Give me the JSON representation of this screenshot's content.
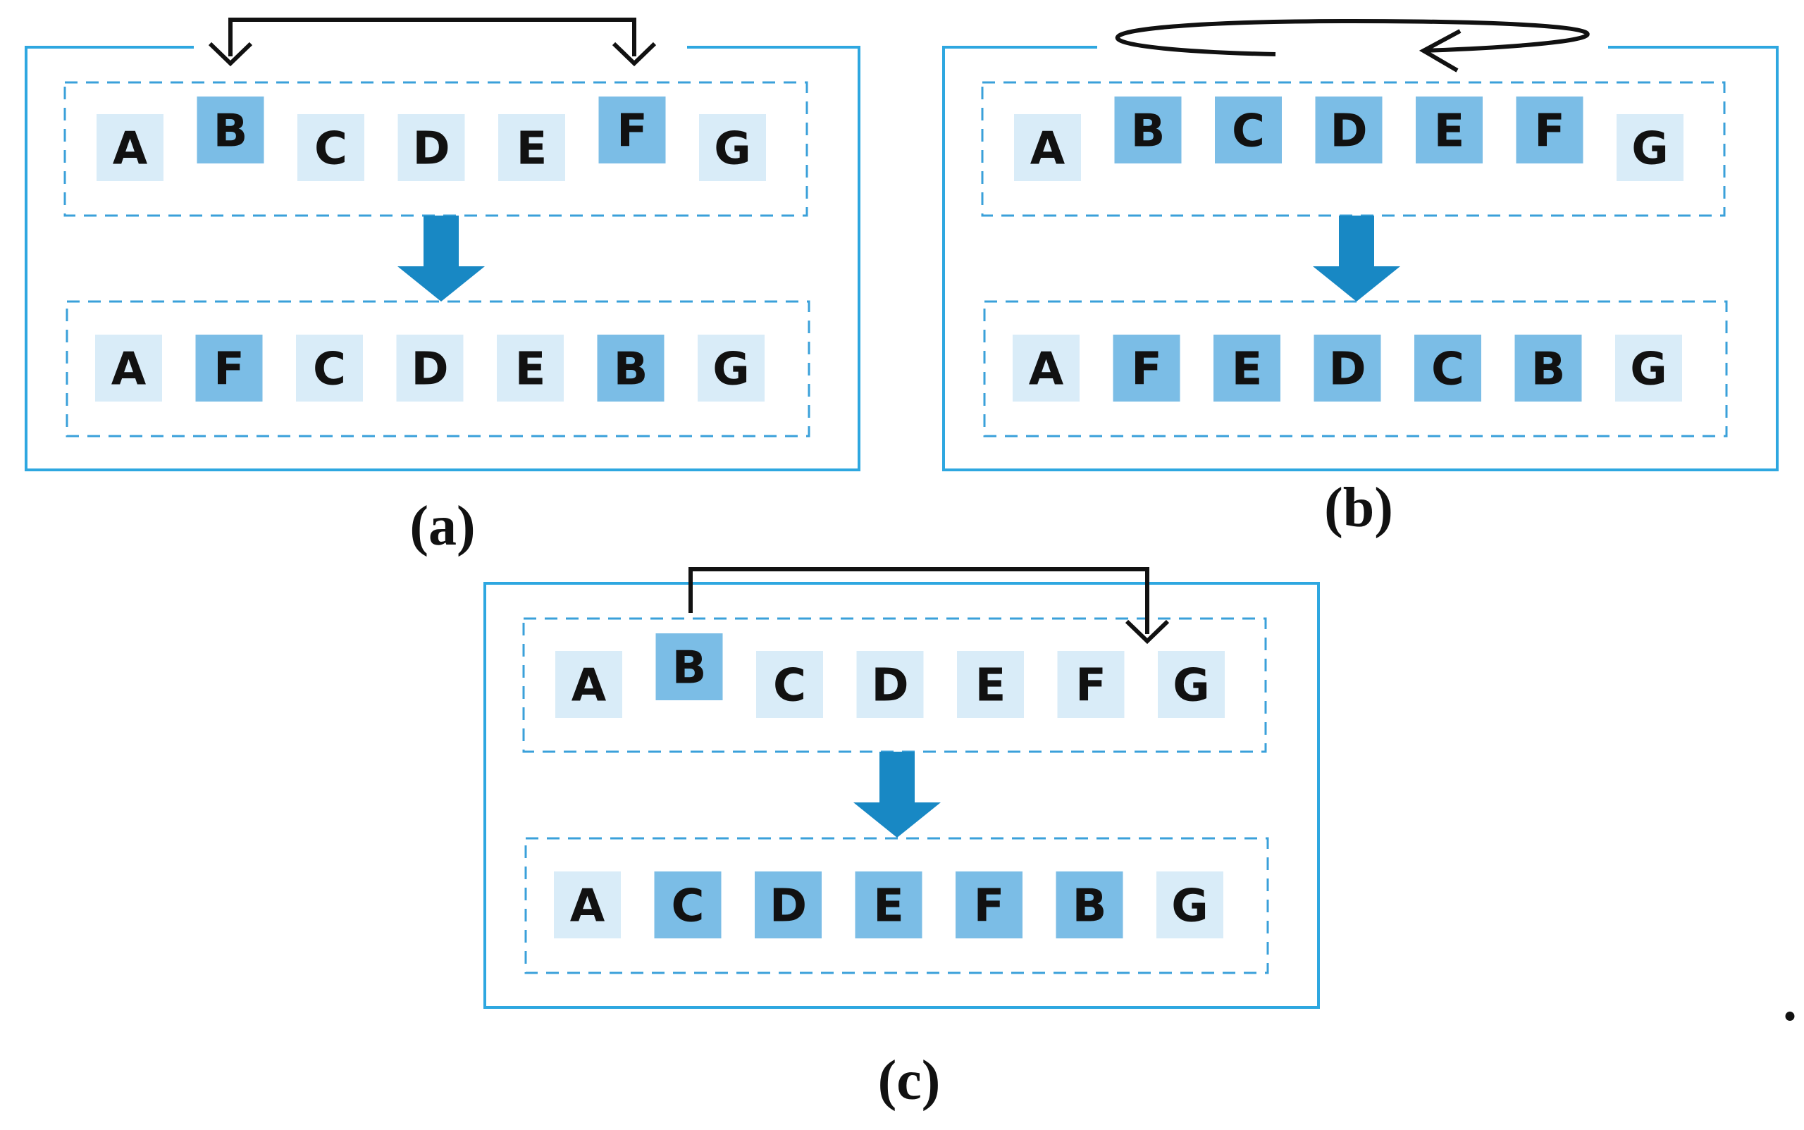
{
  "colors": {
    "frame": "#2ea7e0",
    "dash": "#3aa0da",
    "cell_light": "#d9ecf8",
    "cell_dark": "#7bbde6",
    "flow_arrow": "#1888c4",
    "connector": "#111111"
  },
  "trailing_mark": ".",
  "panels": [
    {
      "id": "a",
      "caption": "(a)",
      "operation": "swap",
      "before": [
        {
          "label": "A",
          "highlight": false
        },
        {
          "label": "B",
          "highlight": true
        },
        {
          "label": "C",
          "highlight": false
        },
        {
          "label": "D",
          "highlight": false
        },
        {
          "label": "E",
          "highlight": false
        },
        {
          "label": "F",
          "highlight": true
        },
        {
          "label": "G",
          "highlight": false
        }
      ],
      "after": [
        {
          "label": "A",
          "highlight": false
        },
        {
          "label": "F",
          "highlight": true
        },
        {
          "label": "C",
          "highlight": false
        },
        {
          "label": "D",
          "highlight": false
        },
        {
          "label": "E",
          "highlight": false
        },
        {
          "label": "B",
          "highlight": true
        },
        {
          "label": "G",
          "highlight": false
        }
      ]
    },
    {
      "id": "b",
      "caption": "(b)",
      "operation": "reverse",
      "before": [
        {
          "label": "A",
          "highlight": false
        },
        {
          "label": "B",
          "highlight": true
        },
        {
          "label": "C",
          "highlight": true
        },
        {
          "label": "D",
          "highlight": true
        },
        {
          "label": "E",
          "highlight": true
        },
        {
          "label": "F",
          "highlight": true
        },
        {
          "label": "G",
          "highlight": false
        }
      ],
      "after": [
        {
          "label": "A",
          "highlight": false
        },
        {
          "label": "F",
          "highlight": true
        },
        {
          "label": "E",
          "highlight": true
        },
        {
          "label": "D",
          "highlight": true
        },
        {
          "label": "C",
          "highlight": true
        },
        {
          "label": "B",
          "highlight": true
        },
        {
          "label": "G",
          "highlight": false
        }
      ]
    },
    {
      "id": "c",
      "caption": "(c)",
      "operation": "insert",
      "before": [
        {
          "label": "A",
          "highlight": false
        },
        {
          "label": "B",
          "highlight": true
        },
        {
          "label": "C",
          "highlight": false
        },
        {
          "label": "D",
          "highlight": false
        },
        {
          "label": "E",
          "highlight": false
        },
        {
          "label": "F",
          "highlight": false
        },
        {
          "label": "G",
          "highlight": false
        }
      ],
      "after": [
        {
          "label": "A",
          "highlight": false
        },
        {
          "label": "C",
          "highlight": true
        },
        {
          "label": "D",
          "highlight": true
        },
        {
          "label": "E",
          "highlight": true
        },
        {
          "label": "F",
          "highlight": true
        },
        {
          "label": "B",
          "highlight": true
        },
        {
          "label": "G",
          "highlight": false
        }
      ]
    }
  ]
}
